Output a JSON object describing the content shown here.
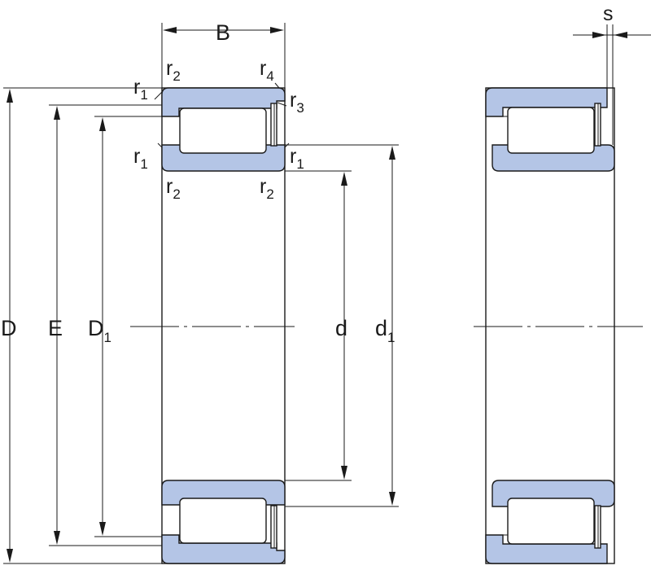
{
  "labels": {
    "D": "D",
    "E": "E",
    "D1_main": "D",
    "D1_sub": "1",
    "d": "d",
    "d1_main": "d",
    "d1_sub": "1",
    "B": "B",
    "s": "s",
    "r": "r",
    "sub1": "1",
    "sub2": "2",
    "sub3": "3",
    "sub4": "4"
  },
  "colors": {
    "ring_fill": "#b4c5e6",
    "line": "#1a1a1a",
    "background": "#ffffff"
  }
}
